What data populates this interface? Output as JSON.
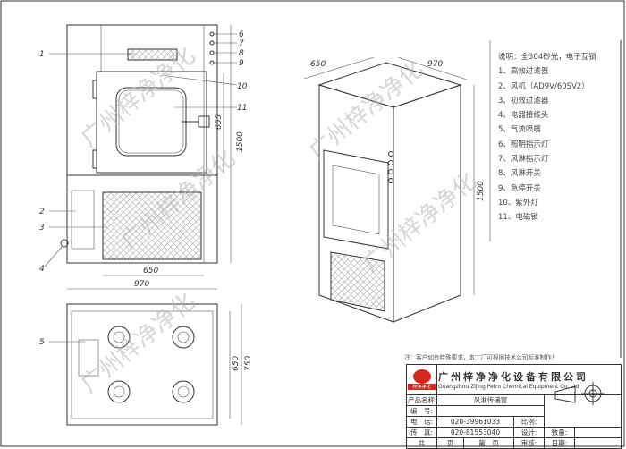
{
  "watermark": "广州梓净净化",
  "front_view": {
    "callouts": [
      "1",
      "2",
      "3",
      "4",
      "6",
      "7",
      "8",
      "9",
      "10",
      "11"
    ],
    "dims": {
      "inner_width": "650",
      "outer_width": "970",
      "height": "1500",
      "door_height": "655"
    }
  },
  "top_view": {
    "callouts": [
      "5"
    ],
    "dims": {
      "depth_inner": "650",
      "depth_outer": "750"
    }
  },
  "iso_view": {
    "dims": {
      "depth": "650",
      "width": "970",
      "height": "1500"
    }
  },
  "legend": {
    "title": "说明：全304砂光，电子互锁",
    "items": [
      "1、高效过滤器",
      "2、风机（AD9V/60SV2）",
      "3、初效过滤器",
      "4、电器接线头",
      "5、气流喷嘴",
      "6、照明指示灯",
      "7、风淋指示灯",
      "8、风淋开关",
      "9、急停开关",
      "10、紫外灯",
      "11、电磁锁"
    ]
  },
  "note": "注：客户如有特殊要求，本工厂可根据技术公司标准制作！",
  "title_block": {
    "logo_text": "梓净净化",
    "company_cn": "广州梓净净化设备有限公司",
    "company_en": "Guangzhou Zijing Petro Chemical Equipment Co.,Ltd",
    "product_label": "产品名称:",
    "product_value": "风淋传递窗",
    "number_label": "编　号:",
    "phone_label": "电　话:",
    "phone_value": "020-39961033",
    "fax_label": "传　真:",
    "fax_value": "020-81553040",
    "design_label": "比例:",
    "draw_label": "设计:",
    "review_label": "审核:",
    "qty_label": "数量:",
    "date_label": "日期:",
    "total_label": "共",
    "page_unit1": "页",
    "page_label": "第",
    "page_unit2": "页"
  }
}
